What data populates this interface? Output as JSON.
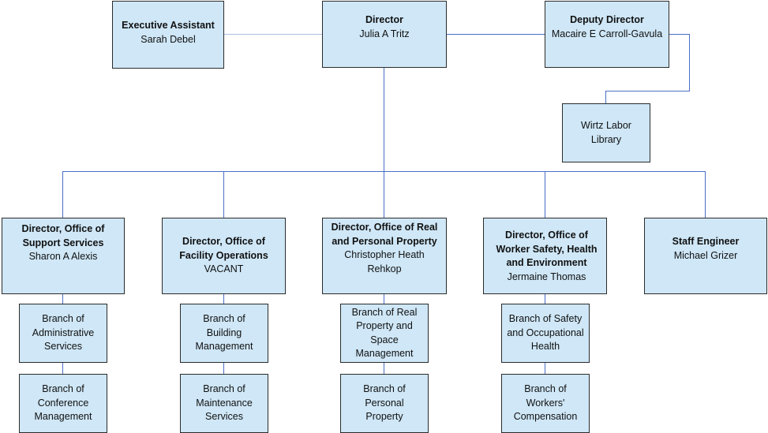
{
  "colors": {
    "box_fill": "#cfe7f7",
    "connector": "#4a6fc7",
    "border": "#2b2b2b"
  },
  "director": {
    "title": "Director",
    "name": "Julia A Tritz"
  },
  "executive_assistant": {
    "title": "Executive Assistant",
    "name": "Sarah Debel"
  },
  "deputy_director": {
    "title": "Deputy Director",
    "name": "Macaire E Carroll-Gavula"
  },
  "library": {
    "label": "Wirtz Labor Library"
  },
  "offices": [
    {
      "title": "Director, Office of Support Services",
      "name": "Sharon A Alexis",
      "branches": [
        "Branch of Administrative Services",
        "Branch of Conference Management"
      ]
    },
    {
      "title": "Director, Office of Facility Operations",
      "name": "VACANT",
      "branches": [
        "Branch of Building Management",
        "Branch of Maintenance Services"
      ]
    },
    {
      "title": "Director, Office of Real and Personal Property",
      "name": "Christopher Heath Rehkop",
      "branches": [
        "Branch of Real Property and Space Management",
        "Branch of Personal Property"
      ]
    },
    {
      "title": "Director, Office of Worker Safety, Health and Environment",
      "name": "Jermaine Thomas",
      "branches": [
        "Branch of Safety and Occupational Health",
        "Branch of Workers' Compensation"
      ]
    },
    {
      "title": "Staff Engineer",
      "name": "Michael Grizer",
      "branches": []
    }
  ]
}
